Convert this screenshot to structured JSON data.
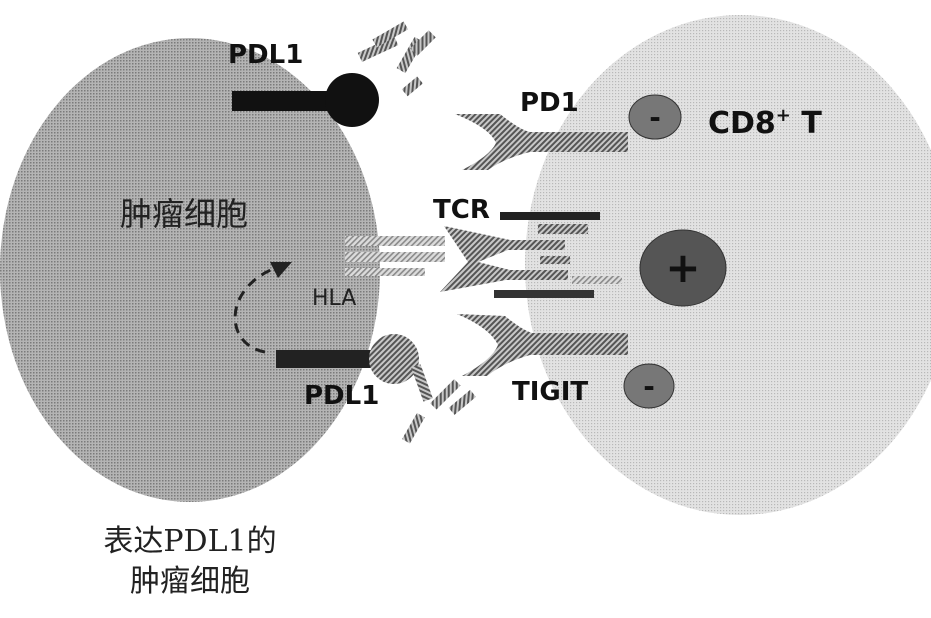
{
  "diagram": {
    "tumor_cell_label": "肿瘤细胞",
    "tcell_label_main": "CD8",
    "tcell_label_sup": "+",
    "tcell_label_tail": " T",
    "labels": {
      "pdl1_top": "PDL1",
      "pdl1_bottom": "PDL1",
      "pd1": "PD1",
      "tcr": "TCR",
      "tigit": "TIGIT",
      "hla": "HLA"
    },
    "signs": {
      "minus_top": "-",
      "plus_center": "+",
      "minus_bottom": "-"
    }
  },
  "caption": {
    "line1": "表达PDL1的",
    "line2": "肿瘤细胞"
  }
}
